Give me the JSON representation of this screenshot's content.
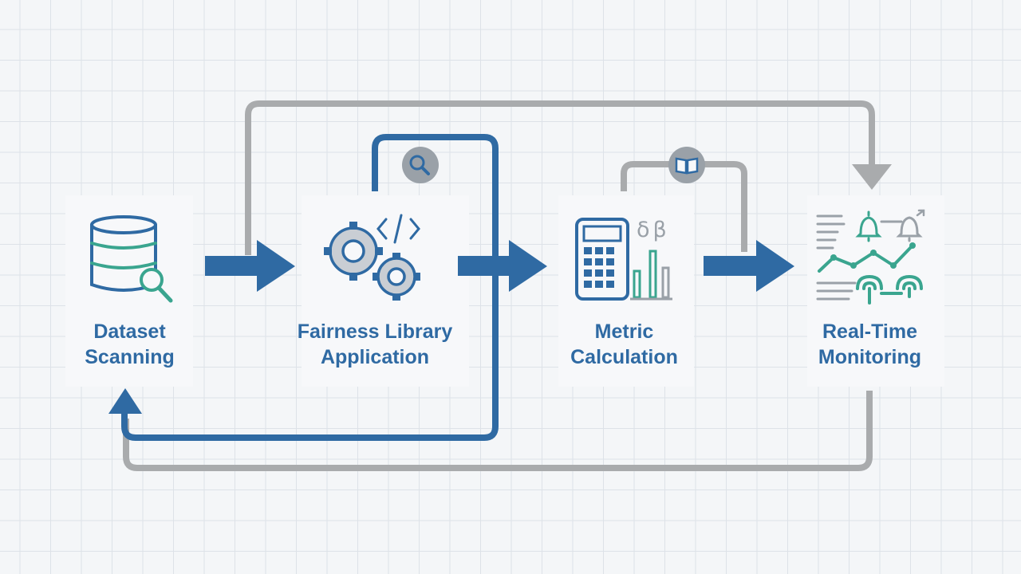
{
  "diagram": {
    "stages": [
      {
        "id": "dataset-scanning",
        "label": "Dataset\nScanning",
        "icon": "database-search-icon"
      },
      {
        "id": "fairness-library-application",
        "label": "Fairness Library\nApplication",
        "icon": "gears-code-icon"
      },
      {
        "id": "metric-calculation",
        "label": "Metric\nCalculation",
        "icon": "calculator-chart-icon"
      },
      {
        "id": "real-time-monitoring",
        "label": "Real-Time\nMonitoring",
        "icon": "monitoring-dashboard-icon"
      }
    ],
    "greek_symbols": "δβ",
    "badges": [
      "magnifier-icon",
      "book-icon"
    ],
    "colors": {
      "primary_blue": "#2f6aa3",
      "teal": "#3aa58f",
      "gray_loop": "#a9abad",
      "icon_gray": "#9aa1a8",
      "background": "#f4f6f8"
    }
  }
}
